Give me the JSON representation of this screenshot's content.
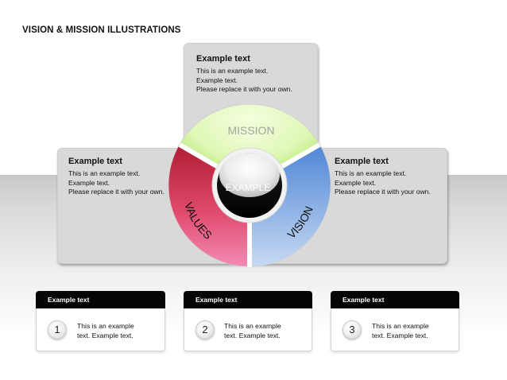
{
  "title": "VISION & MISSION ILLUSTRATIONS",
  "top_box": {
    "heading": "Example text",
    "lines": [
      "This is an example text.",
      "Example text.",
      "Please replace it with your own."
    ]
  },
  "left_box": {
    "heading": "Example text",
    "lines": [
      "This is an example text.",
      "Example text.",
      "Please replace it with your own."
    ]
  },
  "right_box": {
    "heading": "Example text",
    "lines": [
      "This is an example text.",
      "Example text.",
      "Please replace it with your own."
    ]
  },
  "wheel": {
    "segments": [
      {
        "label": "MISSION",
        "color": "#8fdc3c"
      },
      {
        "label": "VISION",
        "color": "#5b8fd8"
      },
      {
        "label": "VALUES",
        "color": "#d83a55"
      }
    ],
    "center_label": "EXAMPLE"
  },
  "cards": [
    {
      "header": "Example text",
      "number": "1",
      "lines": [
        "This is an example",
        "text. Example text."
      ]
    },
    {
      "header": "Example text",
      "number": "2",
      "lines": [
        "This is an example",
        "text. Example text."
      ]
    },
    {
      "header": "Example text",
      "number": "3",
      "lines": [
        "This is an example",
        "text. Example text."
      ]
    }
  ]
}
